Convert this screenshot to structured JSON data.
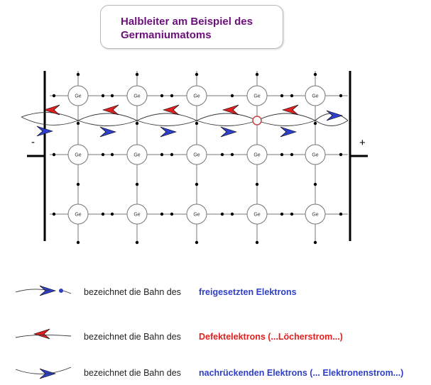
{
  "title": {
    "line1": "Halbleiter am Beispiel des",
    "line2": "Germaniumatoms"
  },
  "colors": {
    "title": "#6b0f7a",
    "red": "#e02020",
    "blue": "#2f3fc8",
    "hole": "#c84040"
  },
  "lattice": {
    "atom_label": "Ge",
    "rows": 3,
    "cols": 5,
    "minus_label": "-",
    "plus_label": "+"
  },
  "legend": [
    {
      "prefix": "bezeichnet die Bahn des",
      "term": "freigesetzten Elektrons",
      "color": "#2f3fc8",
      "icon": "blue-arrow-with-dot-icon"
    },
    {
      "prefix": "bezeichnet die Bahn des",
      "term": "Defektelektrons (...Löcherstrom...)",
      "color": "#e02020",
      "icon": "red-arrow-icon"
    },
    {
      "prefix": "bezeichnet die Bahn des",
      "term": "nachrückenden Elektrons (... Elektronenstrom...)",
      "color": "#2f3fc8",
      "icon": "blue-arrow-icon"
    }
  ]
}
